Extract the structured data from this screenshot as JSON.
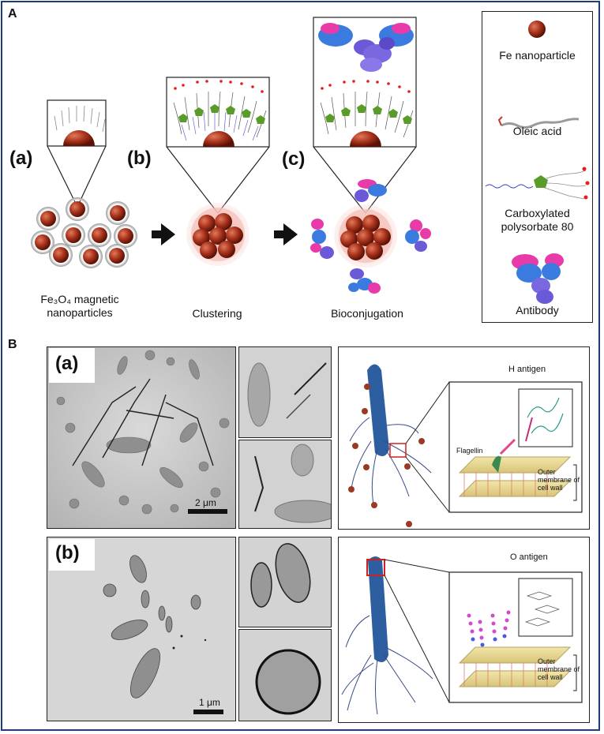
{
  "panelA": {
    "label": "A",
    "sub_a": "(a)",
    "sub_b": "(b)",
    "sub_c": "(c)",
    "cap_a_line1": "Fe₃O₄ magnetic",
    "cap_a_line2": "nanoparticles",
    "cap_b": "Clustering",
    "cap_c": "Bioconjugation"
  },
  "legend": {
    "fe": "Fe nanoparticle",
    "oleic": "Oleic acid",
    "carbox_line1": "Carboxylated",
    "carbox_line2": "polysorbate 80",
    "antibody": "Antibody"
  },
  "panelB": {
    "label": "B",
    "row_a": "(a)",
    "row_b": "(b)",
    "scale_a": "2 μm",
    "scale_b": "1 μm",
    "h_antigen": "H  antigen",
    "flagellin": "Flagellin",
    "outer_a_1": "Outer",
    "outer_a_2": "membrane of",
    "outer_a_3": "cell wall",
    "o_antigen": "O  antigen",
    "outer_b_1": "Outer",
    "outer_b_2": "membrane of",
    "outer_b_3": "cell wall"
  }
}
